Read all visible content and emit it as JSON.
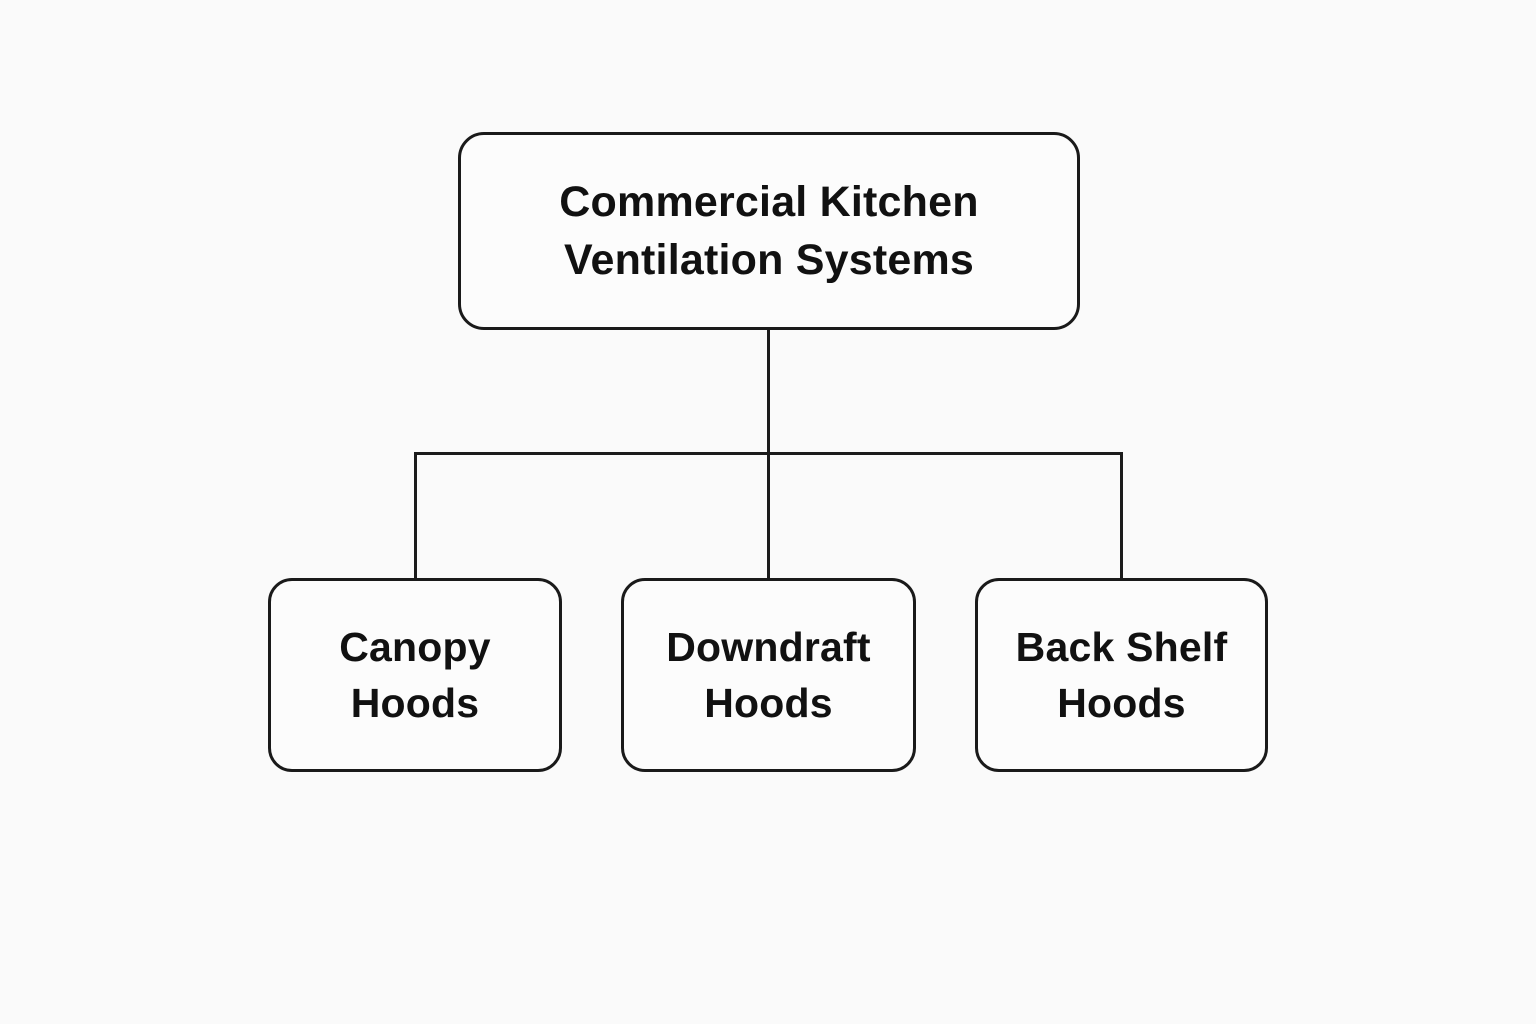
{
  "diagram": {
    "type": "hierarchy-tree",
    "root": {
      "label": "Commercial Kitchen\nVentilation Systems"
    },
    "children": [
      {
        "label": "Canopy\nHoods"
      },
      {
        "label": "Downdraft\nHoods"
      },
      {
        "label": "Back Shelf\nHoods"
      }
    ],
    "colors": {
      "background": "#fafafa",
      "node_fill": "#fcfcfc",
      "node_border": "#1a1a1a",
      "connector": "#1b1b1b",
      "text": "#111111"
    }
  }
}
